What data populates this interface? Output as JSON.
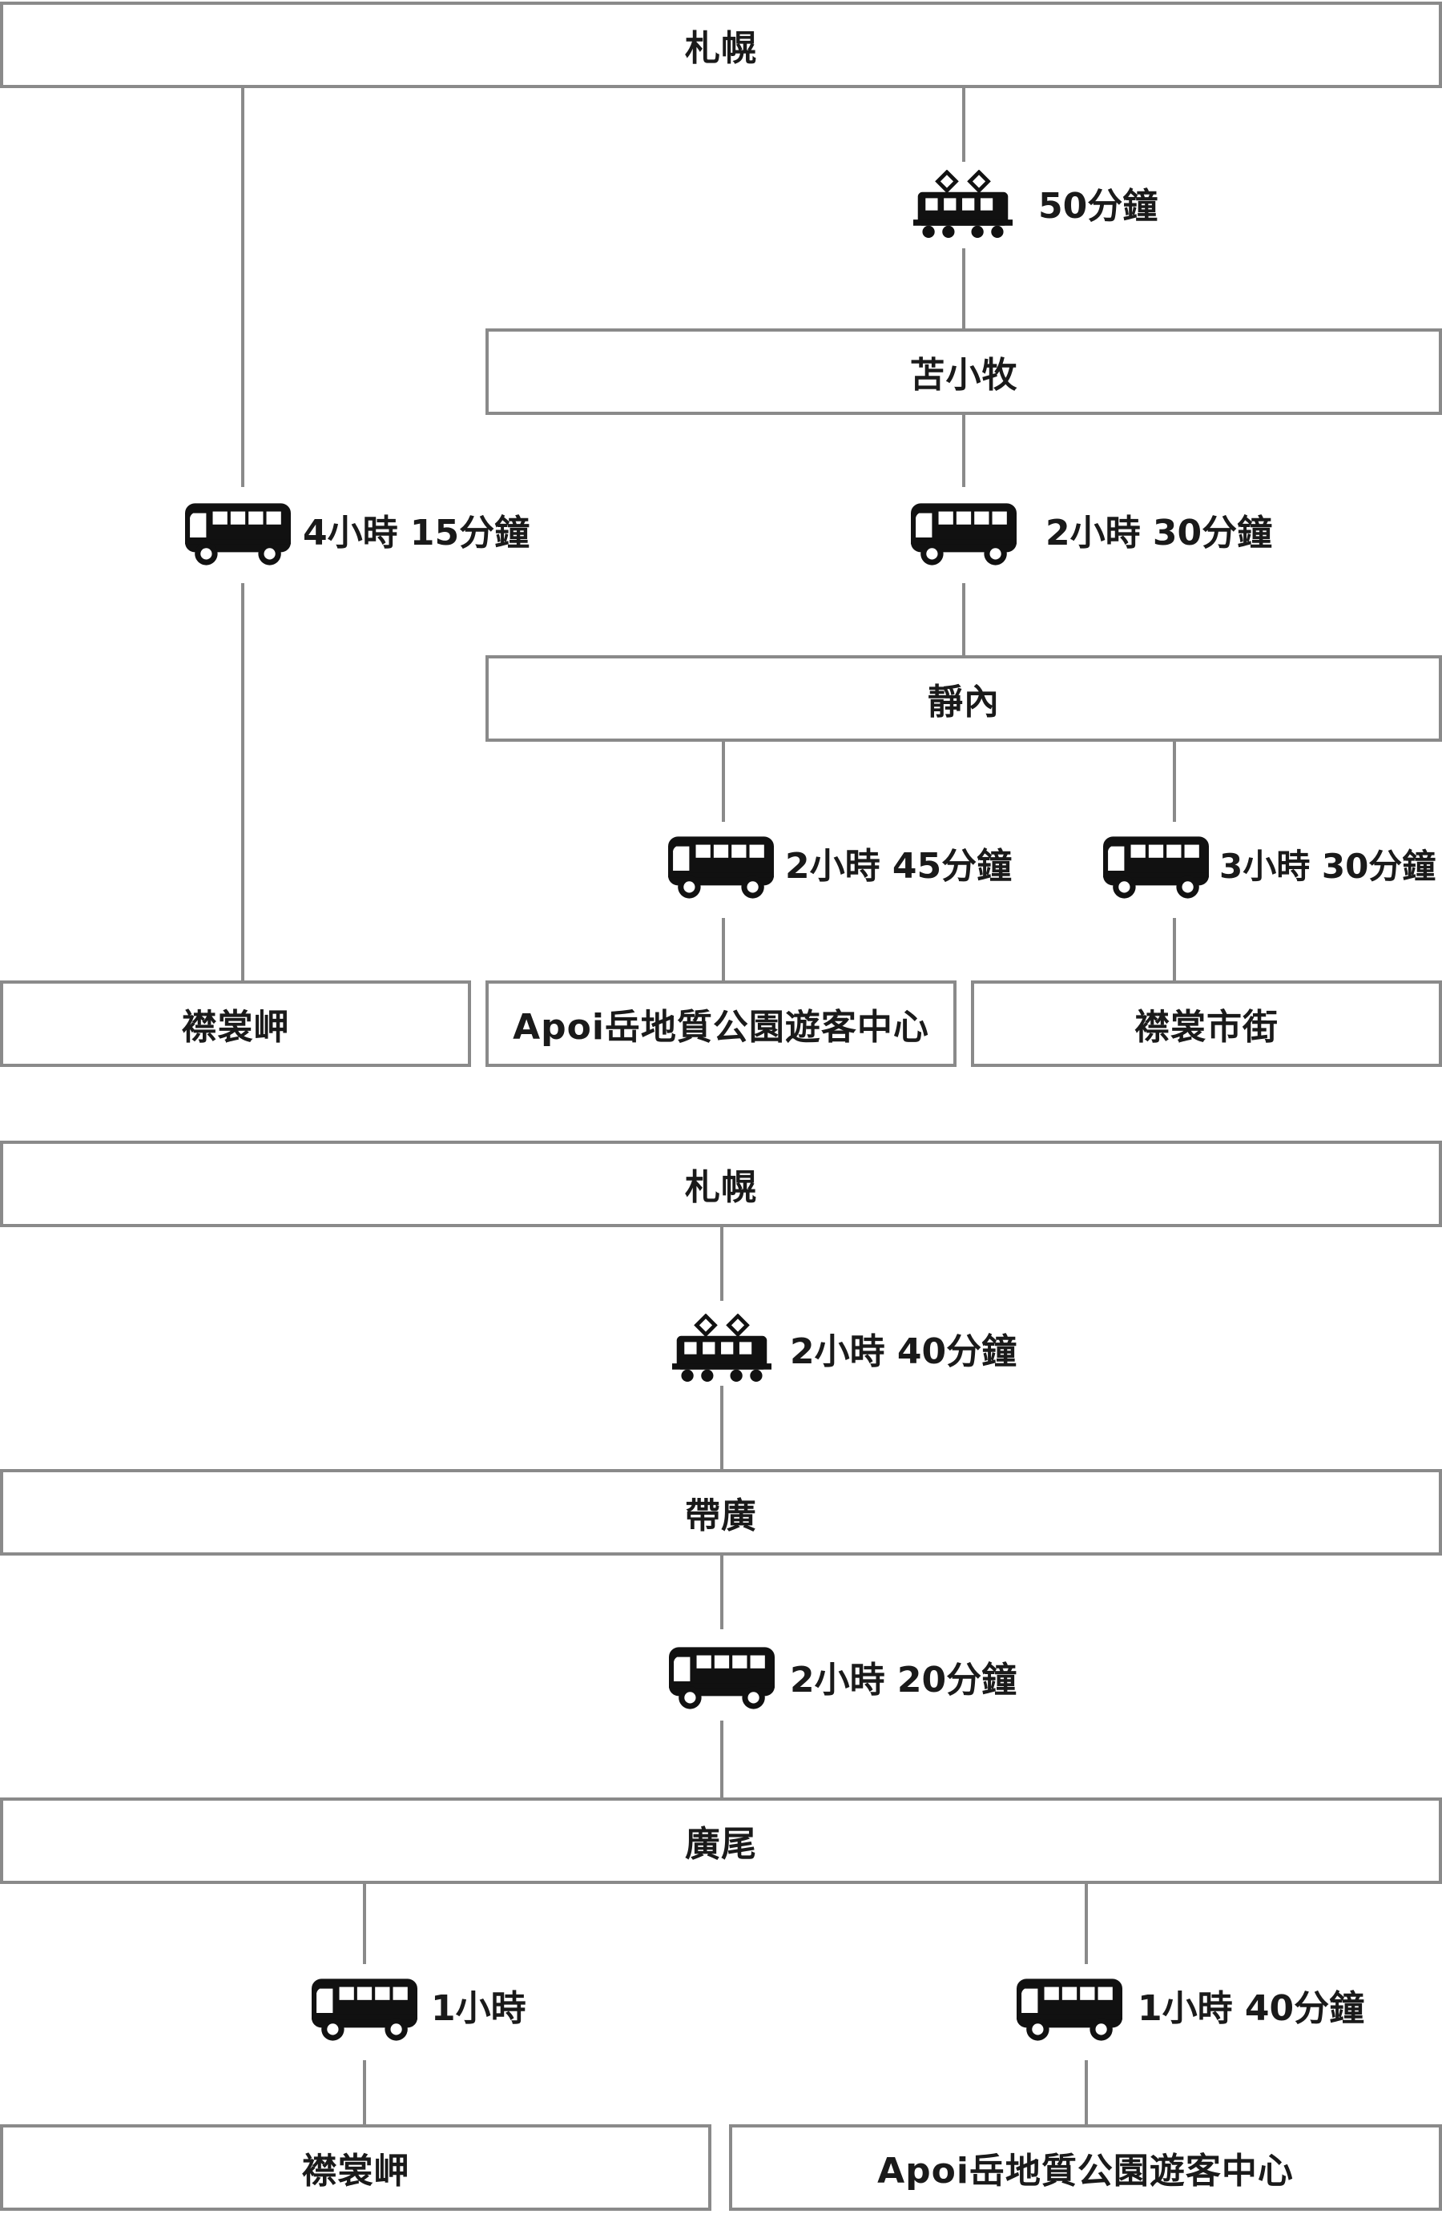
{
  "icons": {
    "train": "train-icon",
    "bus": "bus-icon"
  },
  "colors": {
    "line": "#8a8a8a",
    "icon": "#111111",
    "text": "#1a1a1a"
  },
  "route1": {
    "sapporo": "札幌",
    "tomakomai": "苫小牧",
    "shizunai": "靜內",
    "erimo_cape": "襟裳岬",
    "apoi_center": "Apoi岳地質公園遊客中心",
    "erimo_town": "襟裳市街",
    "legs": {
      "sapporo_tomakomai": "50分鐘",
      "sapporo_erimo": "4小時 15分鐘",
      "tomakomai_shizunai": "2小時 30分鐘",
      "shizunai_apoi": "2小時 45分鐘",
      "shizunai_erimo_town": "3小時 30分鐘"
    }
  },
  "route2": {
    "sapporo": "札幌",
    "obihiro": "帶廣",
    "hiroo": "廣尾",
    "erimo_cape": "襟裳岬",
    "apoi_center": "Apoi岳地質公園遊客中心",
    "legs": {
      "sapporo_obihiro": "2小時 40分鐘",
      "obihiro_hiroo": "2小時 20分鐘",
      "hiroo_erimo": "1小時",
      "hiroo_apoi": "1小時 40分鐘"
    }
  }
}
